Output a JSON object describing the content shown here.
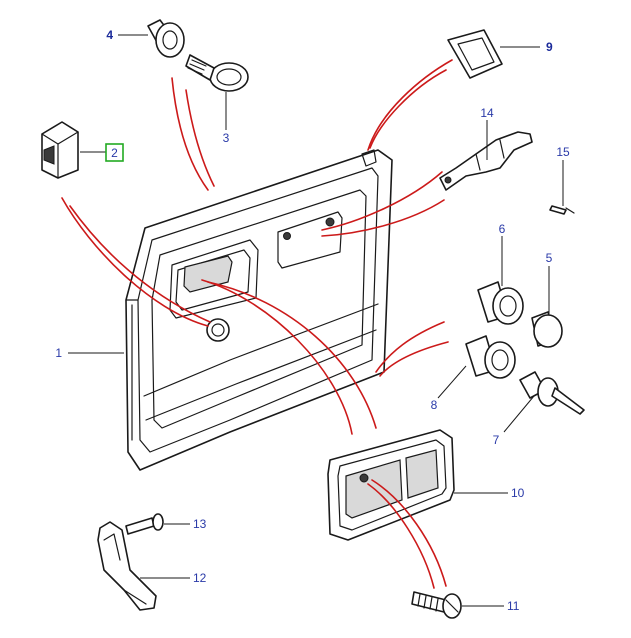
{
  "diagram": {
    "callouts": {
      "p1": "1",
      "p2": "2",
      "p3": "3",
      "p4": "4",
      "p5": "5",
      "p6": "6",
      "p7": "7",
      "p8": "8",
      "p9": "9",
      "p10": "10",
      "p11": "11",
      "p12": "12",
      "p13": "13",
      "p14": "14",
      "p15": "15"
    },
    "highlighted_part": "2",
    "colors": {
      "callout_text": "#2a3aa8",
      "assembly_lines": "#cc1a1a",
      "highlight_box": "#22aa22"
    }
  }
}
